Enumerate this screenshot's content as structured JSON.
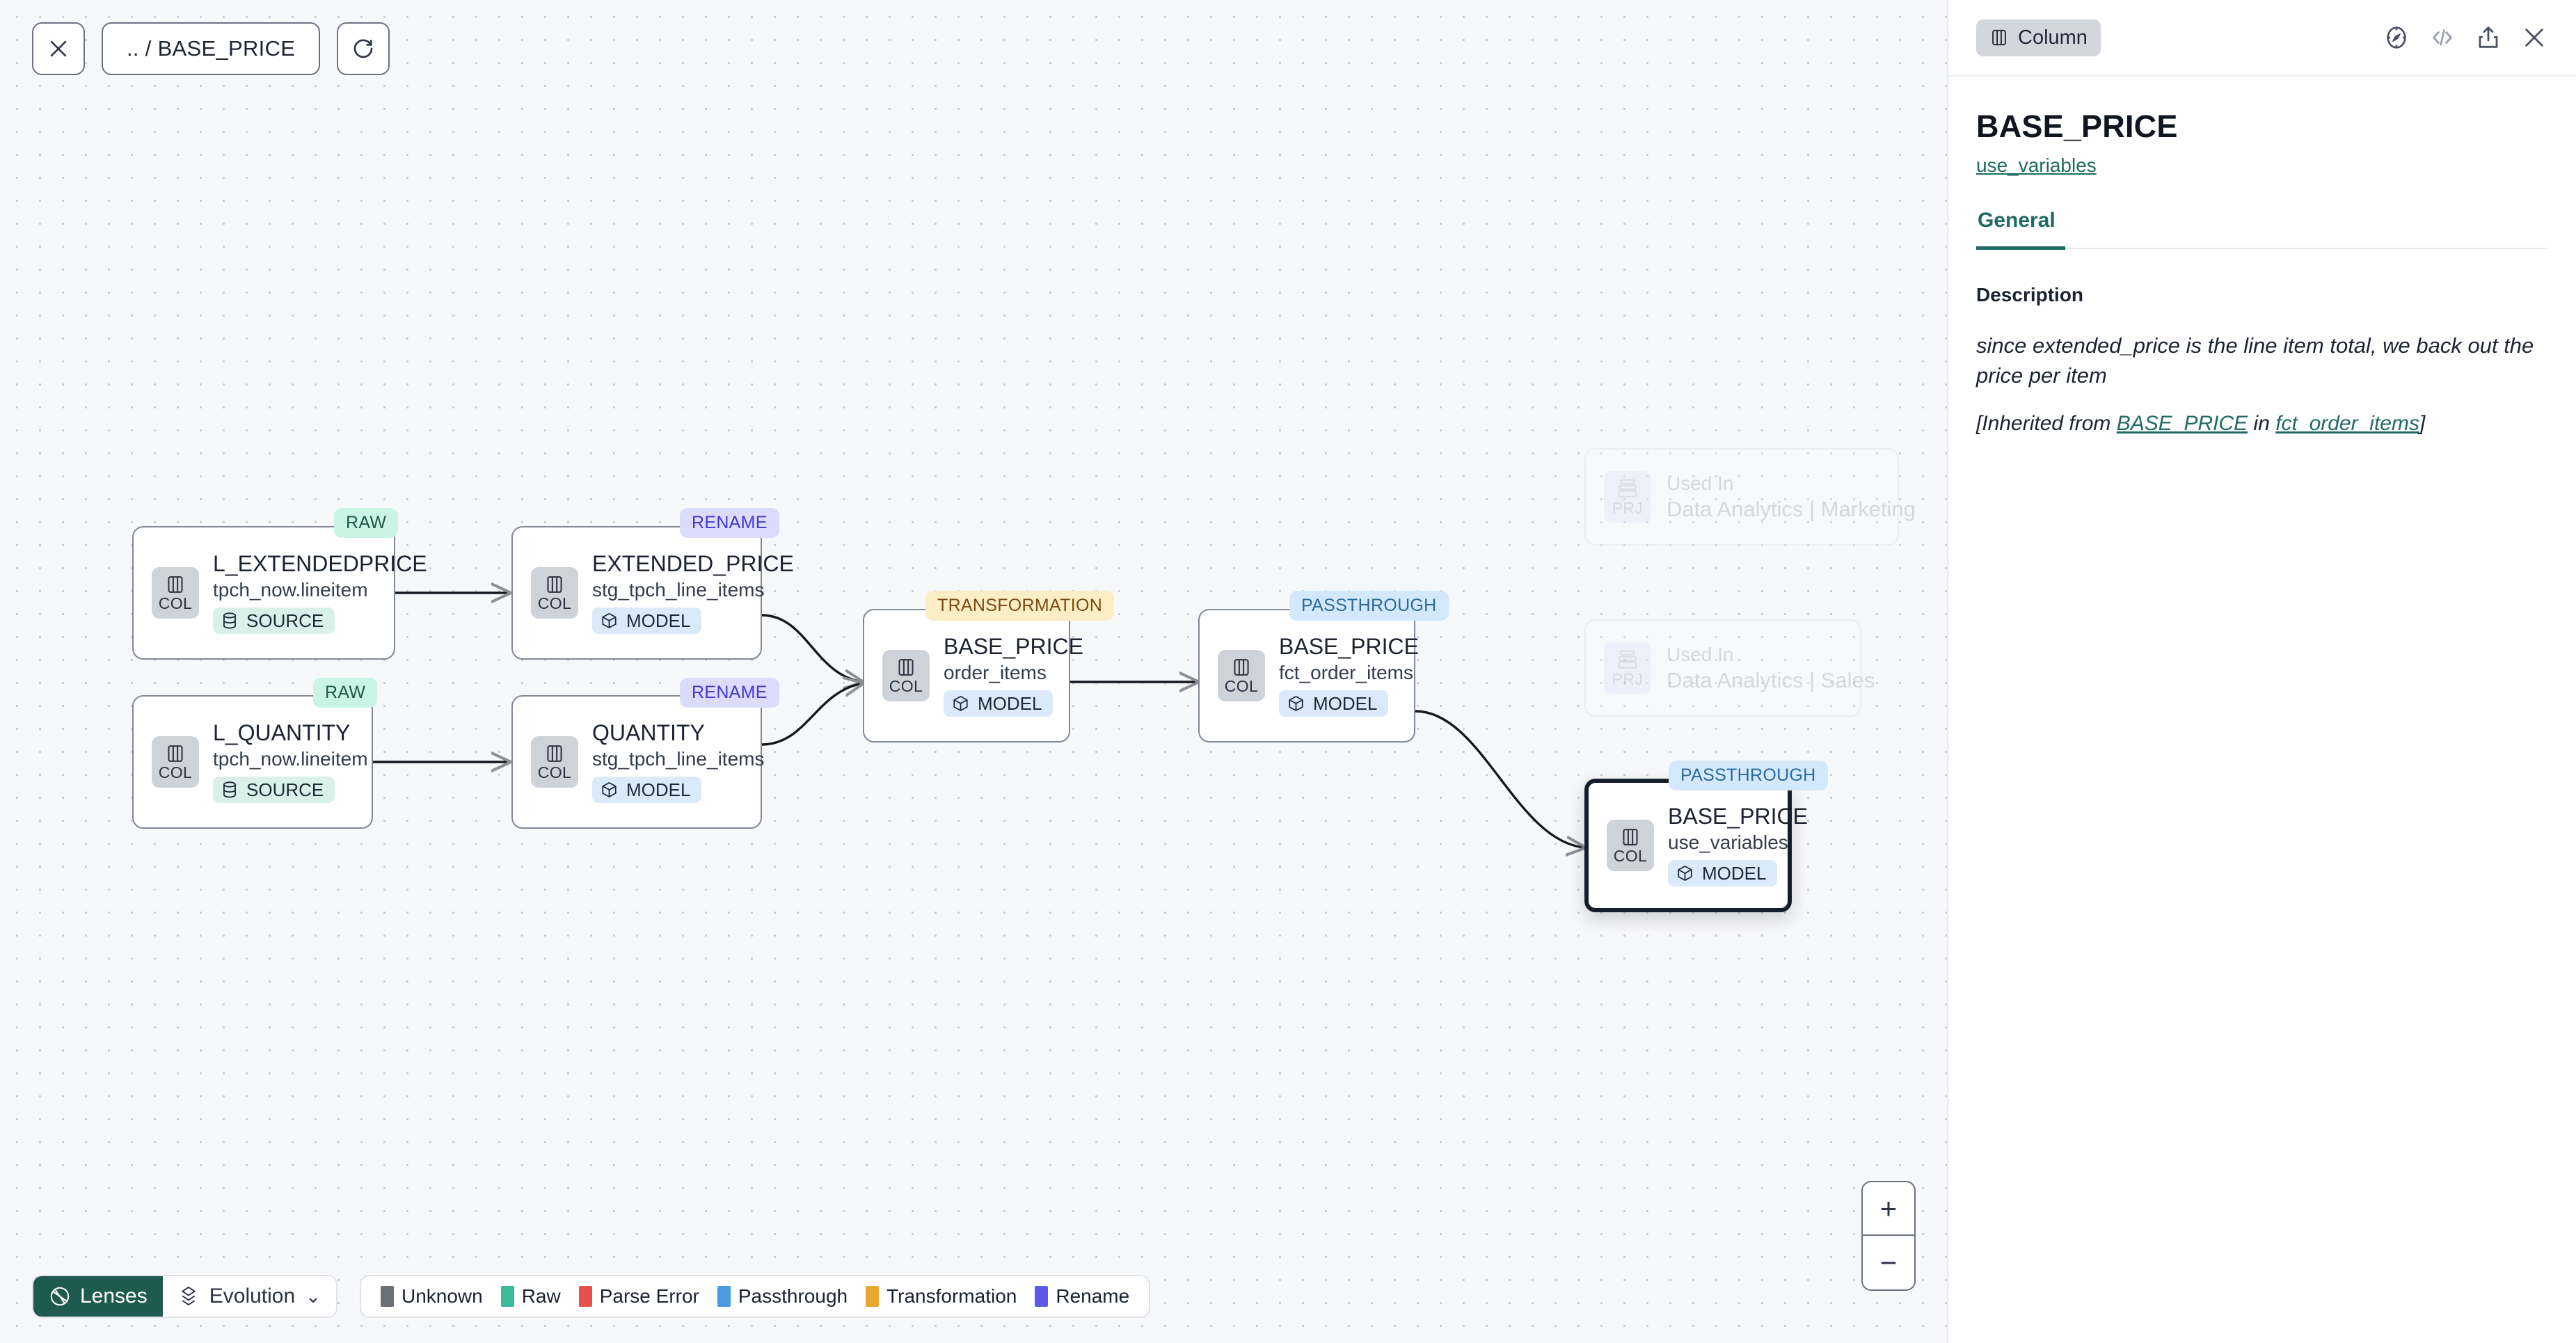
{
  "canvas": {
    "toolbar": {
      "close_label": "✕",
      "breadcrumb": ".. / BASE_PRICE",
      "refresh_label": "↻"
    },
    "nodes": [
      {
        "id": "l_extendedprice",
        "title": "L_EXTENDEDPRICE",
        "subtitle": "tpch_now.lineitem",
        "icon": "column-icon",
        "icon_label": "COL",
        "kind": "SOURCE",
        "kind_icon": "database-icon",
        "badge": "RAW",
        "badge_style": "b-raw",
        "selected": false
      },
      {
        "id": "l_quantity",
        "title": "L_QUANTITY",
        "subtitle": "tpch_now.lineitem",
        "icon": "column-icon",
        "icon_label": "COL",
        "kind": "SOURCE",
        "kind_icon": "database-icon",
        "badge": "RAW",
        "badge_style": "b-raw",
        "selected": false
      },
      {
        "id": "extended_price",
        "title": "EXTENDED_PRICE",
        "subtitle": "stg_tpch_line_items",
        "icon": "column-icon",
        "icon_label": "COL",
        "kind": "MODEL",
        "kind_icon": "cube-icon",
        "badge": "RENAME",
        "badge_style": "b-ren",
        "selected": false
      },
      {
        "id": "quantity",
        "title": "QUANTITY",
        "subtitle": "stg_tpch_line_items",
        "icon": "column-icon",
        "icon_label": "COL",
        "kind": "MODEL",
        "kind_icon": "cube-icon",
        "badge": "RENAME",
        "badge_style": "b-ren",
        "selected": false
      },
      {
        "id": "base_price_order_items",
        "title": "BASE_PRICE",
        "subtitle": "order_items",
        "icon": "column-icon",
        "icon_label": "COL",
        "kind": "MODEL",
        "kind_icon": "cube-icon",
        "badge": "TRANSFORMATION",
        "badge_style": "b-tfm",
        "selected": false
      },
      {
        "id": "base_price_fct_order_items",
        "title": "BASE_PRICE",
        "subtitle": "fct_order_items",
        "icon": "column-icon",
        "icon_label": "COL",
        "kind": "MODEL",
        "kind_icon": "cube-icon",
        "badge": "PASSTHROUGH",
        "badge_style": "b-pass",
        "selected": false
      },
      {
        "id": "base_price_use_variables",
        "title": "BASE_PRICE",
        "subtitle": "use_variables",
        "icon": "column-icon",
        "icon_label": "COL",
        "kind": "MODEL",
        "kind_icon": "cube-icon",
        "badge": "PASSTHROUGH",
        "badge_style": "b-pass",
        "selected": true
      }
    ],
    "ghost_nodes": [
      {
        "id": "used-in-marketing",
        "label": "Used In",
        "name": "Data Analytics | Marketing",
        "icon_label": "PRJ"
      },
      {
        "id": "used-in-sales",
        "label": "Used In",
        "name": "Data Analytics | Sales",
        "icon_label": "PRJ"
      }
    ],
    "zoom_controls": {
      "zoom_in": "+",
      "zoom_out": "−"
    },
    "bottom_bar": {
      "lenses_label": "Lenses",
      "evolution_label": "Evolution",
      "evolution_caret": "⌄",
      "legend": [
        {
          "label": "Unknown",
          "color": "#6b6f76"
        },
        {
          "label": "Raw",
          "color": "#3db89a"
        },
        {
          "label": "Parse Error",
          "color": "#e8514b"
        },
        {
          "label": "Passthrough",
          "color": "#4a9ae0"
        },
        {
          "label": "Transformation",
          "color": "#e8a830"
        },
        {
          "label": "Rename",
          "color": "#5b5be8"
        }
      ]
    }
  },
  "panel": {
    "chip_label": "Column",
    "icons": [
      "compass-icon",
      "code-icon",
      "share-icon",
      "close-icon"
    ],
    "title": "BASE_PRICE",
    "model_link": "use_variables",
    "tabs": [
      {
        "label": "General",
        "active": true
      }
    ],
    "description_label": "Description",
    "description_text": "since extended_price is the line item total, we back out the price per item",
    "inherited_prefix": "[Inherited from ",
    "inherited_column": "BASE_PRICE",
    "inherited_mid": " in ",
    "inherited_model": "fct_order_items",
    "inherited_suffix": "]"
  }
}
